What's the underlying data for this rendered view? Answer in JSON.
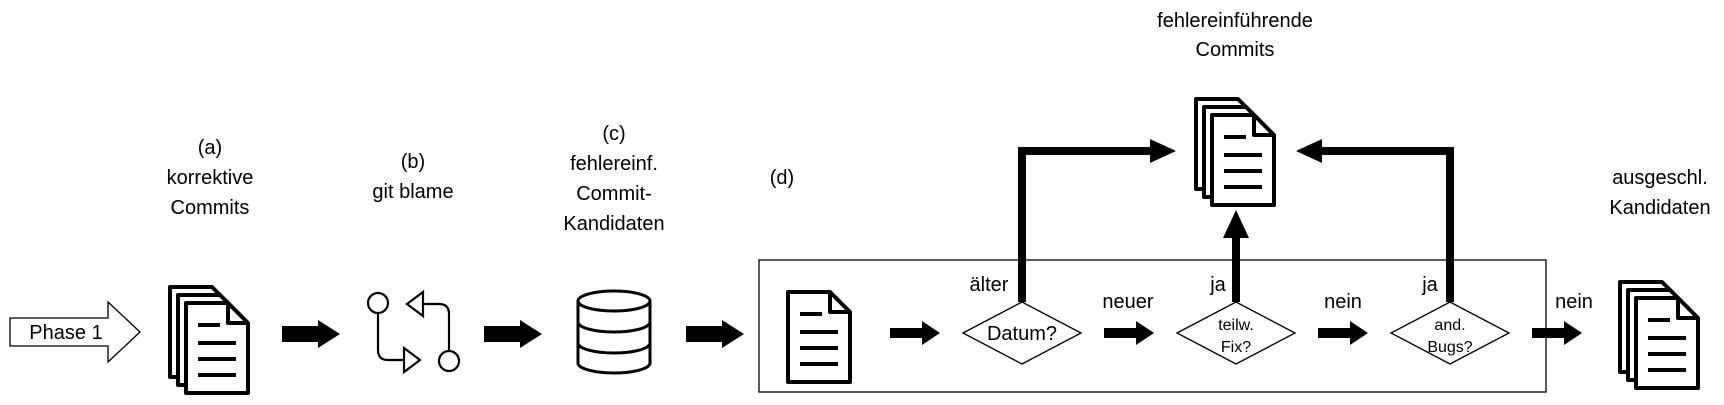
{
  "input": {
    "phase_label": "Phase 1"
  },
  "steps": [
    {
      "marker": "(a)",
      "title_line1": "korrektive",
      "title_line2": "Commits",
      "icon": "stacked-documents-icon"
    },
    {
      "marker": "(b)",
      "title_line1": "git blame",
      "icon": "git-compare-icon"
    },
    {
      "marker": "(c)",
      "title_line1": "fehlereinf.",
      "title_line2": "Commit-",
      "title_line3": "Kandidaten",
      "icon": "database-icon"
    },
    {
      "marker": "(d)",
      "icon": "document-icon"
    }
  ],
  "decisions": [
    {
      "line1": "Datum?",
      "edge_up": "älter",
      "edge_right": "neuer"
    },
    {
      "line1": "teilw.",
      "line2": "Fix?",
      "edge_up": "ja",
      "edge_right": "nein"
    },
    {
      "line1": "and.",
      "line2": "Bugs?",
      "edge_up": "ja",
      "edge_right": "nein"
    }
  ],
  "outputs": {
    "inducing": {
      "line1": "fehlereinführende",
      "line2": "Commits",
      "icon": "stacked-documents-icon"
    },
    "excluded": {
      "line1": "ausgeschl.",
      "line2": "Kandidaten",
      "icon": "stacked-documents-icon"
    }
  }
}
